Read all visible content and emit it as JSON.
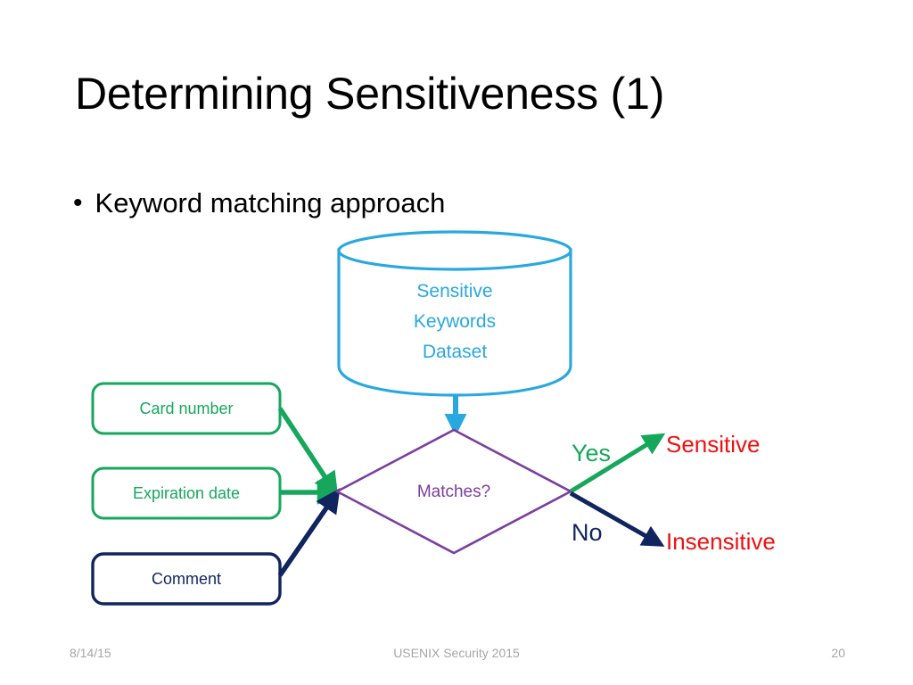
{
  "slide": {
    "title": "Determining Sensitiveness (1)",
    "bullet_marker": "•",
    "bullet_text": "Keyword matching approach"
  },
  "diagram": {
    "database": {
      "label_lines": [
        "Sensitive",
        "Keywords",
        "Dataset"
      ],
      "color": "#29A8E0"
    },
    "inputs": [
      {
        "label": "Card number",
        "color": "#16A75C"
      },
      {
        "label": "Expiration date",
        "color": "#16A75C"
      },
      {
        "label": "Comment",
        "color": "#10255E"
      }
    ],
    "decision": {
      "label": "Matches?",
      "color": "#7B3F9D"
    },
    "branches": [
      {
        "label": "Yes",
        "color": "#16A75C",
        "outcome": "Sensitive"
      },
      {
        "label": "No",
        "color": "#10255E",
        "outcome": "Insensitive"
      }
    ],
    "outcome_color": "#EE1111"
  },
  "footer": {
    "date": "8/14/15",
    "center": "USENIX Security 2015",
    "page": "20"
  }
}
